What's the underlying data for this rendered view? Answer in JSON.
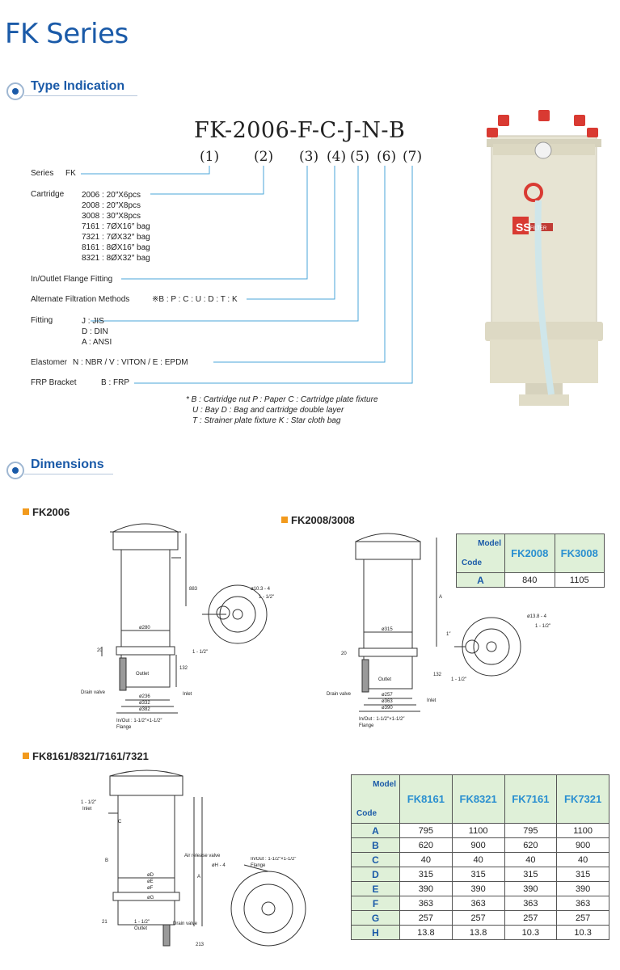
{
  "page_title": "FK Series",
  "sections": {
    "type_indication": "Type Indication",
    "dimensions": "Dimensions"
  },
  "type_code": {
    "code": "FK-2006-F-C-J-N-B",
    "indices": [
      "(1)",
      "(2)",
      "(3)",
      "(4)",
      "(5)",
      "(6)",
      "(7)"
    ],
    "series": {
      "label": "Series",
      "value": "FK"
    },
    "cartridge": {
      "label": "Cartridge",
      "values": [
        "2006 : 20″X6pcs",
        "2008 : 20″X8pcs",
        "3008 : 30″X8pcs",
        "7161 : 7ØX16″ bag",
        "7321 : 7ØX32″ bag",
        "8161 : 8ØX16″ bag",
        "8321 : 8ØX32″ bag"
      ]
    },
    "flange": {
      "label": "In/Outlet Flange Fitting"
    },
    "alt_filtration": {
      "label": "Alternate Filtration Methods",
      "value": "※B : P : C : U : D : T : K"
    },
    "fitting": {
      "label": "Fitting",
      "values": [
        "J : JIS",
        "D : DIN",
        "A : ANSI"
      ]
    },
    "elastomer": {
      "label": "Elastomer",
      "value": "N : NBR / V : VITON / E : EPDM"
    },
    "frp_bracket": {
      "label": "FRP Bracket",
      "value": "B : FRP"
    },
    "notes": [
      "* B : Cartridge nut    P : Paper    C : Cartridge plate fixture",
      "U : Bay    D : Bag and cartridge double layer",
      "T : Strainer plate fixture    K : Star cloth bag"
    ]
  },
  "photo": {
    "badge": "SS",
    "badge_sub": "FILTER"
  },
  "fk2006": {
    "title": "FK2006",
    "labels": {
      "d280": "ø280",
      "h883": "883",
      "h20": "20",
      "h132": "132",
      "d236": "ø236",
      "d332": "ø332",
      "d382": "ø382",
      "outlet": "Outlet",
      "drain": "Drain valve",
      "inlet": "Inlet",
      "flange": "In/Out : 1-1/2″×1-1/2″",
      "flange2": "Flange",
      "bolt": "ø10.3 - 4",
      "size1": "1 - 1/2″",
      "size2": "1 - 1/2″"
    }
  },
  "fk2008": {
    "title": "FK2008/3008",
    "labels": {
      "dimA": "A",
      "h20": "20",
      "h132": "132",
      "d315": "ø315",
      "d257": "ø257",
      "d363": "ø363",
      "d390": "ø390",
      "outlet": "Outlet",
      "drain": "Drain valve",
      "inlet": "Inlet",
      "flange": "In/Out : 1-1/2″×1-1/2″",
      "flange2": "Flange",
      "bolt": "ø13.8 - 4",
      "size0": "1″",
      "size1": "1 - 1/2″",
      "size2": "1 - 1/2″"
    },
    "table": {
      "model_label": "Model",
      "code_label": "Code",
      "models": [
        "FK2008",
        "FK3008"
      ],
      "rows": [
        {
          "code": "A",
          "values": [
            "840",
            "1105"
          ]
        }
      ]
    }
  },
  "fk8161": {
    "title": "FK8161/8321/7161/7321",
    "labels": {
      "inlet": "1 - 1/2″",
      "inlet2": "Inlet",
      "air": "Air release valve",
      "dimA": "A",
      "dimB": "B",
      "dimC": "C",
      "dD": "øD",
      "dE": "øE",
      "dF": "øF",
      "dG": "øG",
      "h21": "21",
      "h213": "213",
      "outlet": "1 - 1/2″",
      "outlet2": "Outlet",
      "drain": "Drain valve",
      "flange": "In/Out : 1-1/2″×1-1/2″",
      "flange2": "Flange",
      "bolt": "øH - 4"
    },
    "table": {
      "model_label": "Model",
      "code_label": "Code",
      "models": [
        "FK8161",
        "FK8321",
        "FK7161",
        "FK7321"
      ],
      "rows": [
        {
          "code": "A",
          "values": [
            "795",
            "1100",
            "795",
            "1100"
          ]
        },
        {
          "code": "B",
          "values": [
            "620",
            "900",
            "620",
            "900"
          ]
        },
        {
          "code": "C",
          "values": [
            "40",
            "40",
            "40",
            "40"
          ]
        },
        {
          "code": "D",
          "values": [
            "315",
            "315",
            "315",
            "315"
          ]
        },
        {
          "code": "E",
          "values": [
            "390",
            "390",
            "390",
            "390"
          ]
        },
        {
          "code": "F",
          "values": [
            "363",
            "363",
            "363",
            "363"
          ]
        },
        {
          "code": "G",
          "values": [
            "257",
            "257",
            "257",
            "257"
          ]
        },
        {
          "code": "H",
          "values": [
            "13.8",
            "13.8",
            "10.3",
            "10.3"
          ]
        }
      ]
    }
  },
  "colors": {
    "brand_blue": "#1a5aa8",
    "accent_orange": "#f29a1d",
    "table_header_bg": "#dff0d8"
  }
}
